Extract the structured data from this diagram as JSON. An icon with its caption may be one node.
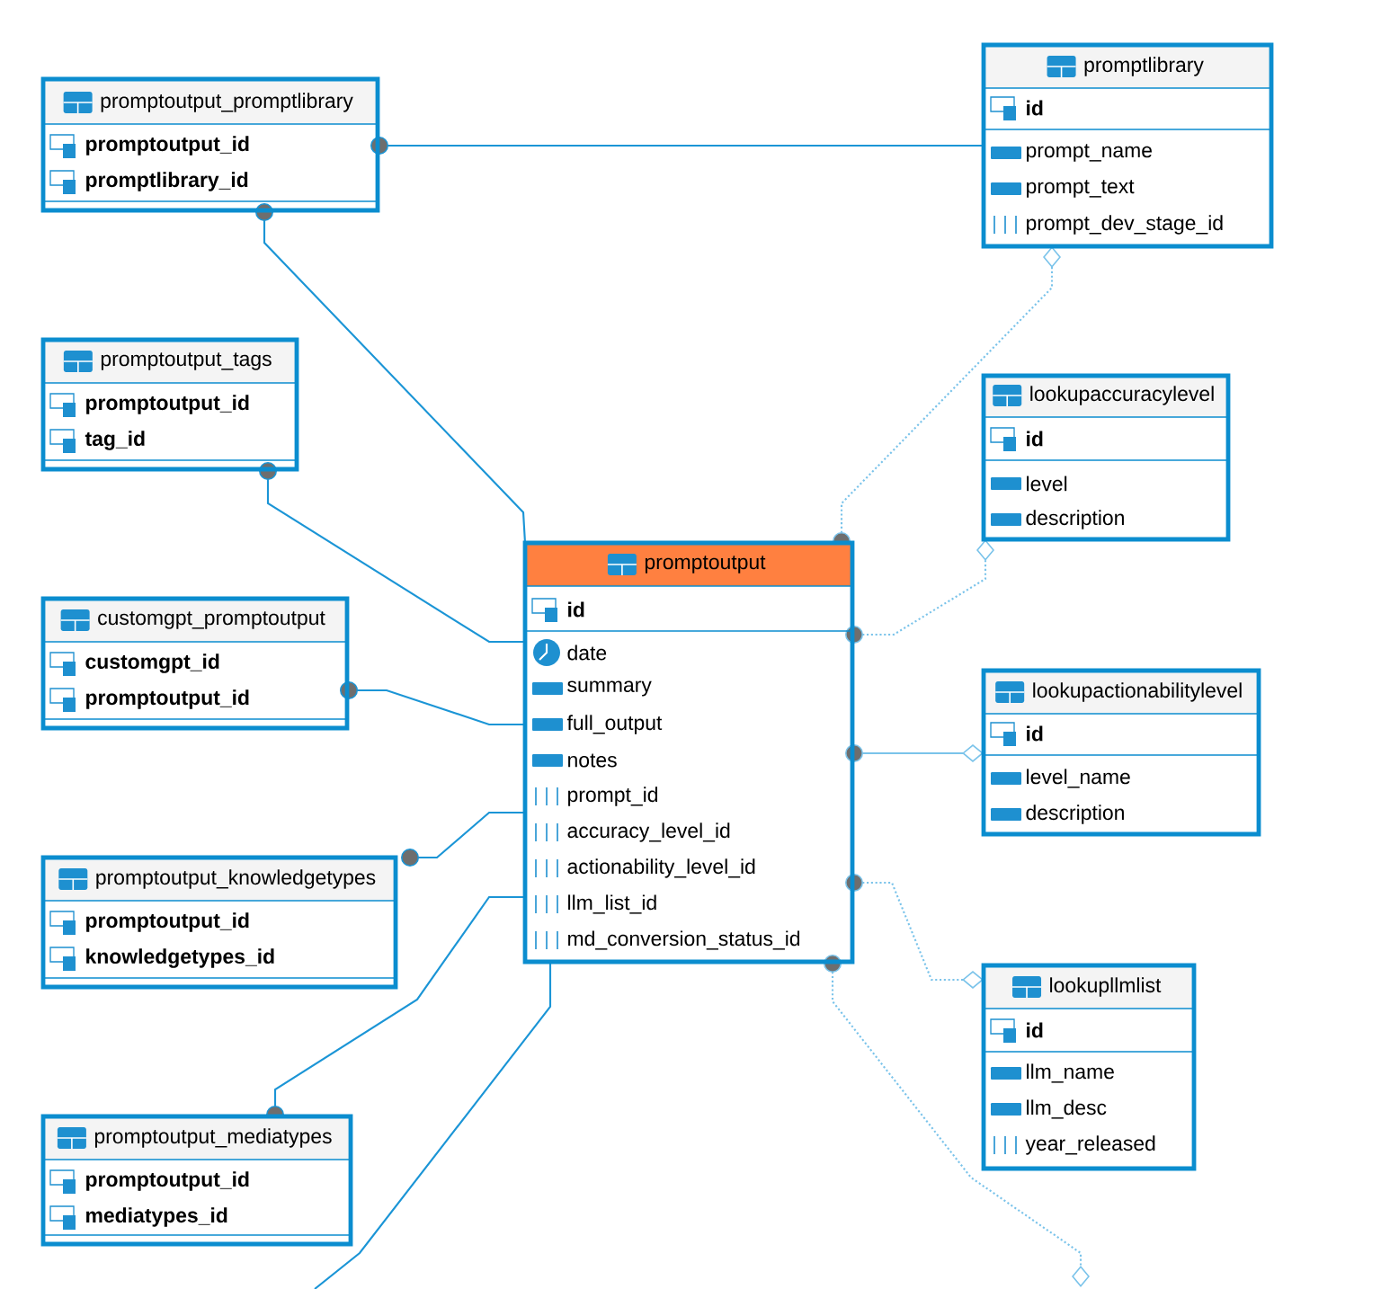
{
  "diagram": {
    "nodes": [
      {
        "text": [
          "promptoutput_promptlibrary",
          "promptoutput_id",
          "promptlibrary_id"
        ]
      },
      {
        "text": [
          "promptlibrary",
          "id",
          "prompt_name",
          "prompt_text",
          "prompt_dev_stage_id"
        ]
      },
      {
        "text": [
          "promptoutput_tags",
          "promptoutput_id",
          "tag_id"
        ]
      },
      {
        "text": [
          "lookupaccuracylevel",
          "id",
          "level",
          "description"
        ]
      },
      {
        "text": [
          "promptoutput",
          "id",
          "date",
          "summary",
          "full_output",
          "notes",
          "prompt_id",
          "accuracy_level_id",
          "actionability_level_id",
          "llm_list_id",
          "md_conversion_status_id"
        ]
      },
      {
        "text": [
          "customgpt_promptoutput",
          "customgpt_id",
          "promptoutput_id"
        ]
      },
      {
        "text": [
          "lookupactionabilitylevel",
          "id",
          "level_name",
          "description"
        ]
      },
      {
        "text": [
          "promptoutput_knowledgetypes",
          "promptoutput_id",
          "knowledgetypes_id"
        ]
      },
      {
        "text": [
          "lookupllmlist",
          "id",
          "llm_name",
          "llm_desc",
          "year_released"
        ]
      },
      {
        "text": [
          "promptoutput_mediatypes",
          "promptoutput_id",
          "mediatypes_id"
        ]
      }
    ],
    "edges": [
      {
        "from": 0,
        "to": 1,
        "arrow": "other"
      },
      {
        "from": 0,
        "to": 4,
        "arrow": "other"
      },
      {
        "from": 2,
        "to": 4,
        "arrow": "other"
      },
      {
        "from": 5,
        "to": 4,
        "arrow": "other"
      },
      {
        "from": 7,
        "to": 4,
        "arrow": "other"
      },
      {
        "from": 9,
        "to": 4,
        "arrow": "other"
      },
      {
        "from": 4,
        "to": null,
        "arrow": "none"
      },
      {
        "from": 4,
        "to": 1,
        "arrow": "other",
        "style": "dashed",
        "color": "#7ac3ea"
      },
      {
        "from": 4,
        "to": 3,
        "arrow": "other",
        "style": "dashed",
        "color": "#7ac3ea"
      },
      {
        "from": 4,
        "to": 6,
        "arrow": "other",
        "color": "#7ac3ea"
      },
      {
        "from": 4,
        "to": 8,
        "arrow": "other",
        "style": "dashed",
        "color": "#7ac3ea"
      },
      {
        "from": 4,
        "to": null,
        "arrow": "other",
        "style": "dashed",
        "color": "#7ac3ea"
      }
    ]
  }
}
